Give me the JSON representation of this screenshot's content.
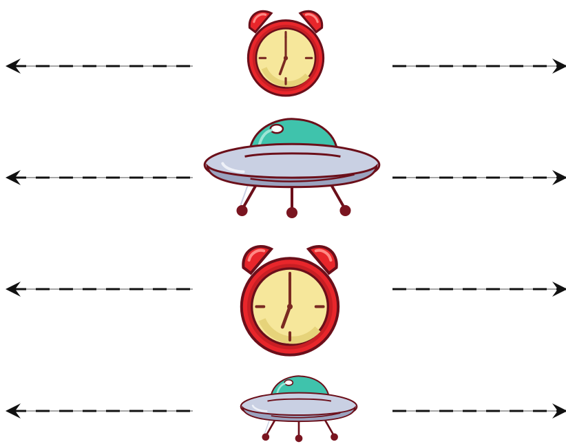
{
  "scene": {
    "background": "#ffffff",
    "colors": {
      "clock_rim": "#e8262b",
      "clock_rim_dark": "#9b1c1f",
      "clock_face": "#f6e79b",
      "clock_hands": "#7a2a22",
      "ufo_body": "#c9d0e3",
      "ufo_body_shadow": "#9aa3bf",
      "ufo_dome": "#3fc3ac",
      "ufo_outline": "#6b0f1a",
      "arrow": "#111111"
    },
    "rows": [
      {
        "object": "alarm-clock",
        "size": "medium",
        "arrows": [
          "left",
          "right"
        ]
      },
      {
        "object": "ufo",
        "size": "large",
        "arrows": [
          "left",
          "right"
        ]
      },
      {
        "object": "alarm-clock",
        "size": "large",
        "arrows": [
          "left",
          "right"
        ]
      },
      {
        "object": "ufo",
        "size": "small",
        "arrows": [
          "left",
          "right"
        ]
      }
    ]
  }
}
